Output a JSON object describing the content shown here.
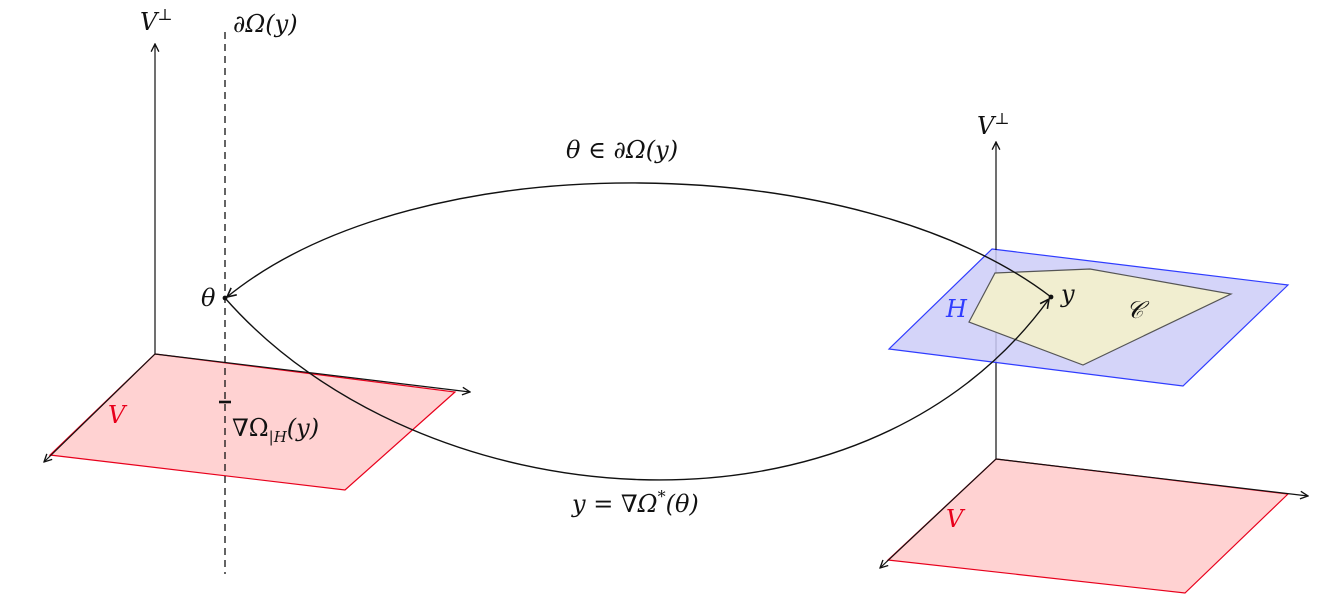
{
  "labels": {
    "left_axis_top": "V",
    "left_axis_sup": "⊥",
    "boundary": "∂Ω(y)",
    "theta": "θ",
    "left_plane": "V",
    "grad_main": "∇Ω",
    "grad_sub": "|H",
    "grad_arg": "(y)",
    "top_arc": "θ ∈ ∂Ω(y)",
    "bottom_arc_main": "y = ∇Ω",
    "bottom_arc_sup": "*",
    "bottom_arc_arg": "(θ)",
    "right_axis_top": "V",
    "right_axis_sup": "⊥",
    "hyperplane": "H",
    "point_y": "y",
    "polytope": "𝒞",
    "right_plane": "V"
  },
  "colors": {
    "ink": "#111111",
    "red": "#e8001c",
    "red_fill": "#ffd2d2",
    "blue": "#2f3cff",
    "blue_fill": "#ccccf8",
    "poly_fill": "#f1eed0"
  }
}
